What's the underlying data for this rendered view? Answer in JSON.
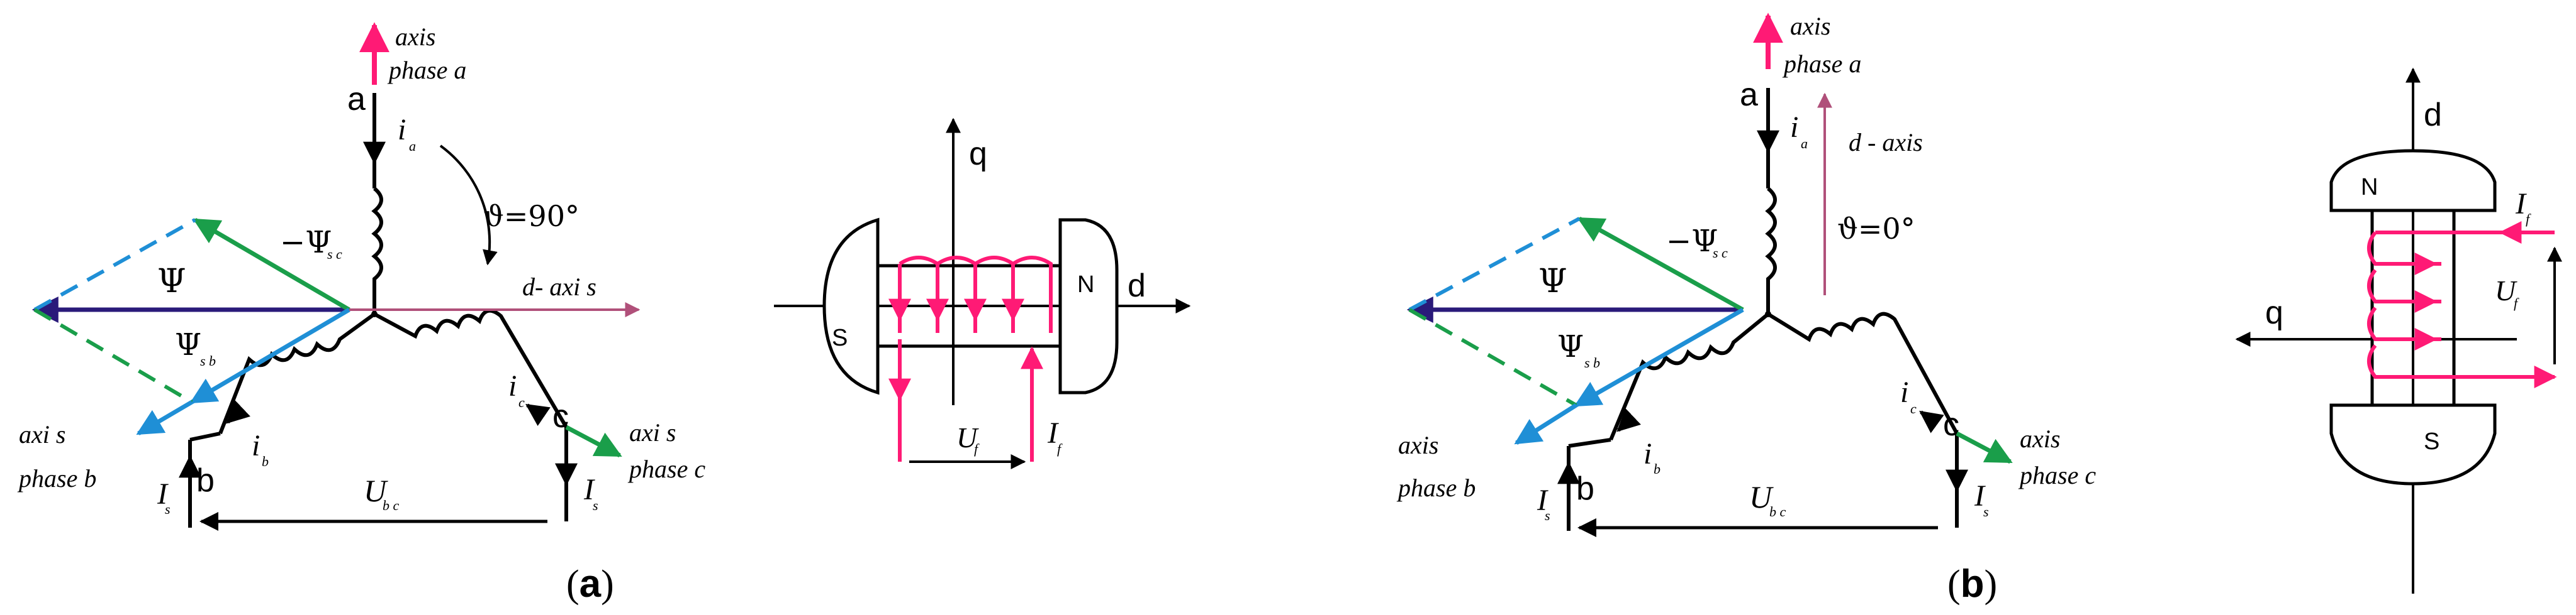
{
  "panel_a": {
    "axis_a": "axis",
    "phase_a": "phase a",
    "node_a": "a",
    "i_a": "i",
    "i_a_sub": "a",
    "theta": "ϑ=90°",
    "psi_sc": "−Ψ",
    "psi_sc_sub": "s c",
    "psi": "Ψ",
    "d_axis": "d- axi s",
    "psi_sb": "Ψ",
    "psi_sb_sub": "s b",
    "i_c": "i",
    "i_c_sub": "c",
    "node_c": "c",
    "i_b": "i",
    "i_b_sub": "b",
    "node_b": "b",
    "axis_b": "axi s",
    "phase_b": "phase b",
    "axis_c": "axi s",
    "phase_c": "phase c",
    "U_bc": "U",
    "U_bc_sub": "b c",
    "I_s_left": "I",
    "I_s_left_sub": "s",
    "I_s_right": "I",
    "I_s_right_sub": "s",
    "rotor_q": "q",
    "rotor_d": "d",
    "rotor_N": "N",
    "rotor_S": "S",
    "U_f": "U",
    "U_f_sub": "f",
    "I_f": "I",
    "I_f_sub": "f",
    "caption_open": "(",
    "caption_letter": "a",
    "caption_close": ")"
  },
  "panel_b": {
    "axis_a": "axis",
    "phase_a": "phase a",
    "node_a": "a",
    "i_a": "i",
    "i_a_sub": "a",
    "d_axis": "d - axis",
    "theta": "ϑ=0°",
    "psi_sc": "−Ψ",
    "psi_sc_sub": "s c",
    "psi": "Ψ",
    "psi_sb": "Ψ",
    "psi_sb_sub": "s b",
    "i_c": "i",
    "i_c_sub": "c",
    "node_c": "c",
    "i_b": "i",
    "i_b_sub": "b",
    "node_b": "b",
    "axis_b": "axis",
    "phase_b": "phase b",
    "axis_c": "axis",
    "phase_c": "phase c",
    "U_bc": "U",
    "U_bc_sub": "b c",
    "I_s_left": "I",
    "I_s_left_sub": "s",
    "I_s_right": "I",
    "I_s_right_sub": "s",
    "rotor_d": "d",
    "rotor_q": "q",
    "rotor_N": "N",
    "rotor_S": "S",
    "U_f": "U",
    "U_f_sub": "f",
    "I_f": "I",
    "I_f_sub": "f",
    "caption_open": "(",
    "caption_letter": "b",
    "caption_close": ")"
  },
  "colors": {
    "pink": "#ff1a75",
    "green": "#1a9e4a",
    "blue": "#1f8fd6",
    "navy": "#2a1a7a",
    "mauve": "#b0507a",
    "black": "#000000"
  }
}
